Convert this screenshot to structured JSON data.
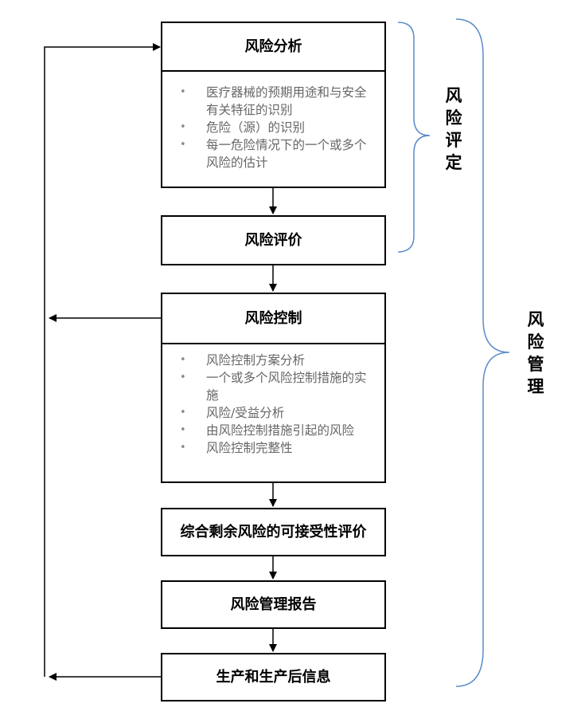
{
  "boxes": {
    "risk_analysis": {
      "title": "风险分析",
      "details": [
        "医疗器械的预期用途和与安全有关特征的识别",
        "危险（源）的识别",
        "每一危险情况下的一个或多个风险的估计"
      ]
    },
    "risk_evaluation": {
      "title": "风险评价"
    },
    "risk_control": {
      "title": "风险控制",
      "details": [
        "风险控制方案分析",
        "一个或多个风险控制措施的实施",
        "风险/受益分析",
        "由风险控制措施引起的风险",
        "风险控制完整性"
      ]
    },
    "residual_risk": {
      "title": "综合剩余风险的可接受性评价"
    },
    "risk_report": {
      "title": "风险管理报告"
    },
    "production_info": {
      "title": "生产和生产后信息"
    }
  },
  "brackets": {
    "risk_assessment": {
      "label": "风险评定",
      "color": "#5b8bc9"
    },
    "risk_management": {
      "label": "风险管理",
      "color": "#5b8bc9"
    }
  }
}
